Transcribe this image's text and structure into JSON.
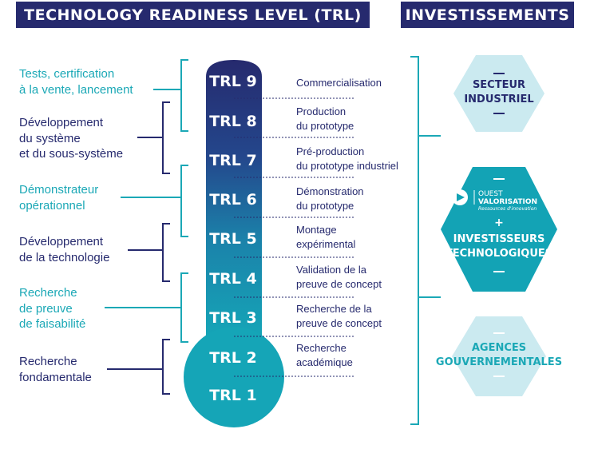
{
  "headers": {
    "trl": "TECHNOLOGY READINESS LEVEL (TRL)",
    "investments": "INVESTISSEMENTS"
  },
  "levels": [
    "TRL 9",
    "TRL 8",
    "TRL 7",
    "TRL 6",
    "TRL 5",
    "TRL 4",
    "TRL 3",
    "TRL 2",
    "TRL 1"
  ],
  "stages": [
    "Commercialisation",
    "Production\ndu prototype",
    "Pré-production\ndu prototype industriel",
    "Démonstration\ndu prototype",
    "Montage\nexpérimental",
    "Validation de la\npreuve de concept",
    "Recherche de la\npreuve de concept",
    "Recherche\nacadémique"
  ],
  "phases": [
    {
      "label": "Tests, certification\nà la vente, lancement",
      "color": "teal"
    },
    {
      "label": "Développement\ndu système\net du sous-système",
      "color": "navy"
    },
    {
      "label": "Démonstrateur\nopérationnel",
      "color": "teal"
    },
    {
      "label": "Développement\nde la technologie",
      "color": "navy"
    },
    {
      "label": "Recherche\nde preuve\nde faisabilité",
      "color": "teal"
    },
    {
      "label": "Recherche\nfondamentale",
      "color": "navy"
    }
  ],
  "investors": {
    "industrial": "SECTEUR\nINDUSTRIEL",
    "logo_name_1": "OUEST",
    "logo_name_2": "VALORISATION",
    "logo_tagline": "Ressources d'innovation",
    "plus": "+",
    "tech": "INVESTISSEURS\nTECHNOLOGIQUES",
    "gov": "AGENCES\nGOUVERNEMENTALES"
  },
  "colors": {
    "navy": "#262a6e",
    "teal": "#1ba8b6",
    "light_teal": "#cbeaf0",
    "dark_teal": "#13a3b5"
  }
}
